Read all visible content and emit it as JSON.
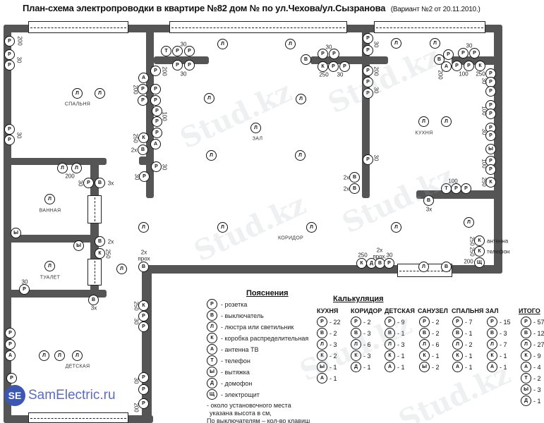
{
  "title": {
    "main": "План-схема электропроводки в квартире №82 дом №    по ул.Чехова/ул.Сызранова",
    "variant": "(Вариант №2 от 20.11.2010.)"
  },
  "rooms": [
    "СПАЛЬНЯ",
    "ЗАЛ",
    "КУХНЯ",
    "КОРИДОР",
    "ВАННАЯ",
    "ТУАЛЕТ",
    "ДЕТСКАЯ"
  ],
  "symbols": [
    "Р",
    "Р",
    "Р",
    "Р",
    "Р",
    "Т",
    "Р",
    "Р",
    "Р",
    "Р",
    "Р",
    "А",
    "Р",
    "Р",
    "Р",
    "Р",
    "Р",
    "Р",
    "Р",
    "К",
    "А",
    "В",
    "Л",
    "Л",
    "Р",
    "Р",
    "Л",
    "Л",
    "Л",
    "Л",
    "Л",
    "Л",
    "Л",
    "В",
    "Р",
    "Р",
    "К",
    "Р",
    "Р",
    "В",
    "В",
    "Р",
    "Р",
    "Р",
    "Р",
    "Р",
    "Л",
    "Л",
    "В",
    "Р",
    "А",
    "Р",
    "Р",
    "Р",
    "Р",
    "К",
    "Р",
    "Р",
    "Р",
    "Р",
    "Р",
    "Р",
    "Р",
    "Ы",
    "Р",
    "Р",
    "К",
    "Р",
    "Т",
    "Р",
    "Р",
    "Л",
    "Л",
    "В",
    "Л",
    "Л",
    "К",
    "К",
    "Щ",
    "К",
    "Д",
    "В",
    "Р",
    "Л",
    "В",
    "Л",
    "Л",
    "Л",
    "В",
    "Л",
    "Л",
    "Л",
    "Р",
    "В",
    "Л",
    "Ы",
    "Ы",
    "В",
    "К",
    "Л",
    "Р",
    "В",
    "К",
    "Р",
    "Р",
    "Р",
    "Р",
    "А",
    "Л",
    "Л",
    "Л",
    "Р",
    "Р",
    "Р",
    "Р"
  ],
  "dimensions": [
    "200",
    "30",
    "30",
    "30",
    "30",
    "200",
    "200",
    "100",
    "250",
    "2x",
    "30",
    "30",
    "30",
    "250",
    "30",
    "2x",
    "2x",
    "30",
    "200",
    "30",
    "200",
    "30",
    "100",
    "250",
    "30",
    "100",
    "30",
    "100",
    "250",
    "30",
    "100",
    "3x",
    "250",
    "250",
    "200",
    "250",
    "2x",
    "прох.",
    "30",
    "200",
    "30",
    "3x",
    "2x",
    "250",
    "30",
    "2x",
    "прох",
    "3x",
    "250",
    "30",
    "30",
    "200",
    "антенна",
    "телефон"
  ],
  "legend": {
    "title": "Пояснения",
    "items": [
      {
        "sym": "Р",
        "text": "- розетка"
      },
      {
        "sym": "В",
        "text": "- выключатель"
      },
      {
        "sym": "Л",
        "text": "- люстра или светильник"
      },
      {
        "sym": "К",
        "text": "- коробка распределительная"
      },
      {
        "sym": "А",
        "text": "- антенна ТВ"
      },
      {
        "sym": "Т",
        "text": "- телефон"
      },
      {
        "sym": "Ы",
        "text": "- вытяжка"
      },
      {
        "sym": "Д",
        "text": "- домофон"
      },
      {
        "sym": "Щ",
        "text": "- электрощит"
      }
    ],
    "notes": [
      "- около установочного места",
      "указана высота в см,",
      "По выключателям – кол-во клавиш"
    ]
  },
  "calculation": {
    "title": "Калькуляция",
    "columns": [
      {
        "name": "КУХНЯ",
        "rows": [
          [
            "Р",
            "- 22"
          ],
          [
            "В",
            "- 2"
          ],
          [
            "Л",
            "- 3"
          ],
          [
            "К",
            "- 2"
          ],
          [
            "Ы",
            "- 1"
          ],
          [
            "А",
            "- 1"
          ]
        ]
      },
      {
        "name": "КОРИДОР",
        "rows": [
          [
            "Р",
            "- 2"
          ],
          [
            "В",
            "- 3"
          ],
          [
            "Л",
            "- 6"
          ],
          [
            "К",
            "- 3"
          ],
          [
            "Д",
            "- 1"
          ]
        ]
      },
      {
        "name": "ДЕТСКАЯ",
        "rows": [
          [
            "Р",
            "- 9"
          ],
          [
            "В",
            "- 1"
          ],
          [
            "Л",
            "- 3"
          ],
          [
            "К",
            "- 1"
          ],
          [
            "А",
            "- 1"
          ]
        ]
      },
      {
        "name": "САНУЗЕЛ",
        "rows": [
          [
            "Р",
            "- 2"
          ],
          [
            "В",
            "- 2"
          ],
          [
            "Л",
            "- 6"
          ],
          [
            "К",
            "- 1"
          ],
          [
            "Ы",
            "- 2"
          ]
        ]
      },
      {
        "name": "СПАЛЬНЯ",
        "rows": [
          [
            "Р",
            "- 7"
          ],
          [
            "В",
            "- 1"
          ],
          [
            "Л",
            "- 2"
          ],
          [
            "К",
            "- 1"
          ],
          [
            "А",
            "- 1"
          ]
        ]
      },
      {
        "name": "ЗАЛ",
        "rows": [
          [
            "Р",
            "- 15"
          ],
          [
            "В",
            "- 3"
          ],
          [
            "Л",
            "- 7"
          ],
          [
            "К",
            "- 1"
          ],
          [
            "А",
            "- 1"
          ]
        ]
      },
      {
        "name": "ИТОГО",
        "rows": [
          [
            "Р",
            "- 57"
          ],
          [
            "В",
            "- 12"
          ],
          [
            "Л",
            "- 27"
          ],
          [
            "К",
            "- 9"
          ],
          [
            "А",
            "- 4"
          ],
          [
            "Т",
            "- 2"
          ],
          [
            "Ы",
            "- 3"
          ],
          [
            "Д",
            "- 1"
          ]
        ]
      }
    ]
  },
  "watermarks": {
    "logo_text": "SamElectric.ru",
    "logo_badge": "SE",
    "stud": "Stud.kz"
  }
}
